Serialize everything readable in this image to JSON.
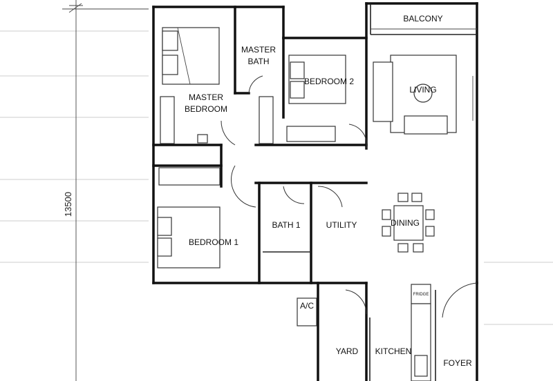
{
  "dimension_label": "13500",
  "rooms": {
    "balcony": "BALCONY",
    "master_bath_line1": "MASTER",
    "master_bath_line2": "BATH",
    "bedroom_2": "BEDROOM 2",
    "living": "LIVING",
    "master_bedroom_line1": "MASTER",
    "master_bedroom_line2": "BEDROOM",
    "bath_1": "BATH 1",
    "utility": "UTILITY",
    "dining": "DINING",
    "bedroom_1": "BEDROOM 1",
    "ac": "A/C",
    "yard": "YARD",
    "kitchen": "KITCHEN",
    "foyer": "FOYER"
  },
  "appliances": {
    "fridge": "FRIDGE"
  }
}
